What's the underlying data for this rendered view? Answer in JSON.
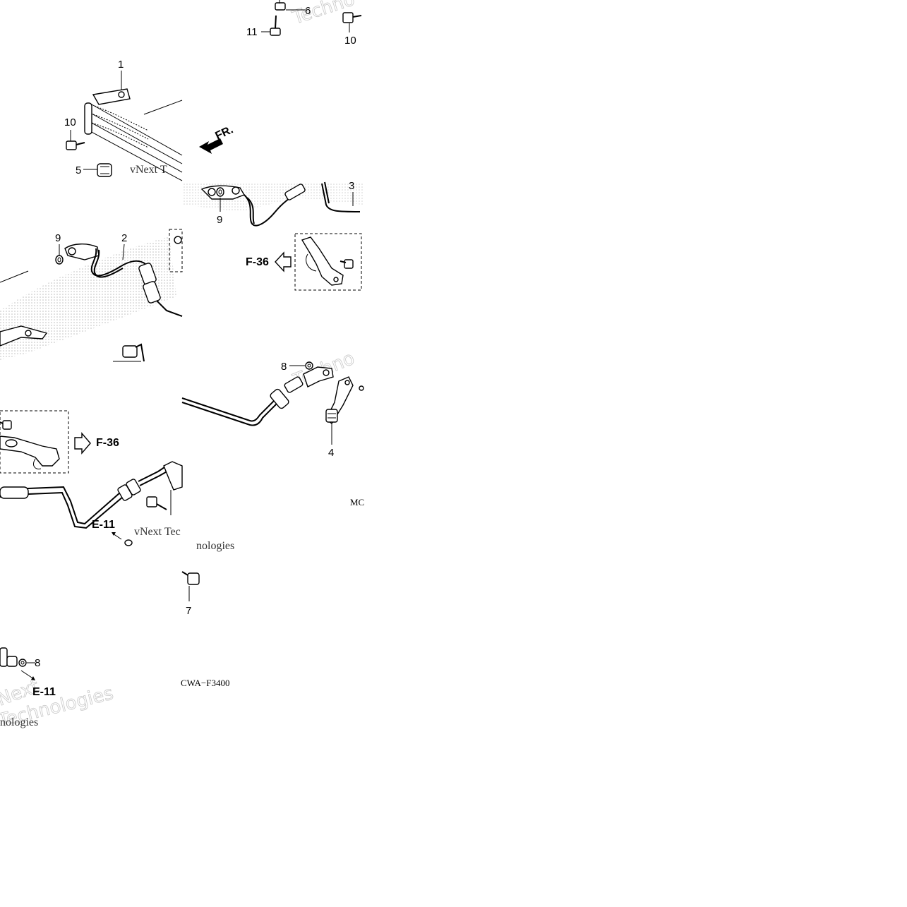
{
  "callouts": {
    "c6": "6",
    "c11": "11",
    "c10_top": "10",
    "c1": "1",
    "c10_left": "10",
    "c5": "5",
    "c9_mid": "9",
    "c3": "3",
    "c9_left": "9",
    "c2": "2",
    "c8_top": "8",
    "c4": "4",
    "c7": "7",
    "c8_bottom": "8"
  },
  "refs": {
    "fr": "FR.",
    "f36_right": "F-36",
    "f36_left": "F-36",
    "e11_mid": "E-11",
    "e11_bottom": "E-11"
  },
  "codes": {
    "code_a": "CWA−F3400",
    "code_b": "MC"
  },
  "watermarks": {
    "w1": "Techno",
    "w2": "vNext T",
    "w3": "Techno",
    "w4": "vNext Tec",
    "w5": "nologies",
    "w6": "Next",
    "w7": "Technologies",
    "w8": "nologies"
  }
}
